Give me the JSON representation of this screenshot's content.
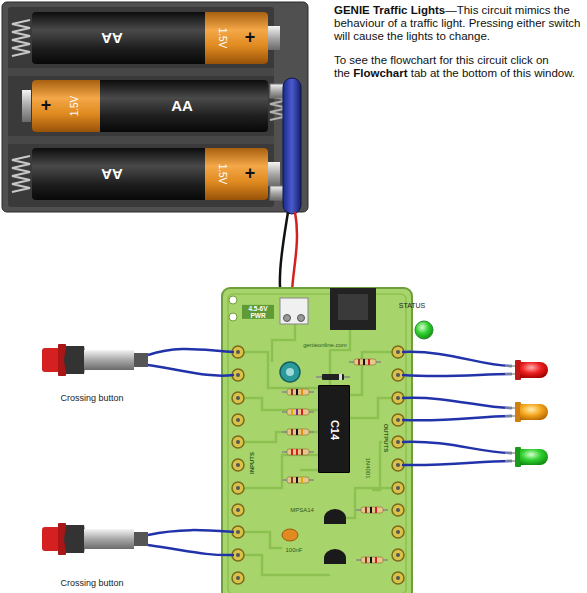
{
  "diagram": {
    "title": "GENIE Traffic Lights",
    "nodes": [
      {
        "text": [
          "AA",
          "1.5V",
          "+"
        ]
      },
      {
        "text": [
          "+",
          "1.5V",
          "AA"
        ]
      },
      {
        "text": [
          "AA",
          "1.5V",
          "+"
        ]
      },
      {
        "text": [
          "4.5-6V PWR",
          "genieonline.com",
          "INPUTS",
          "OUTPUTS",
          "1N4001",
          "MPSA14",
          "100nF"
        ]
      },
      {
        "text": [
          "C14"
        ],
        "in": 3
      }
    ],
    "labels": [
      "—This circuit mimics the behaviour of a traffic light. Pressing either switch will cause the lights to change.",
      "To see the flowchart for this circuit click on the",
      "Flowchart",
      "tab at the bottom of this window.",
      "STATUS",
      "Crossing button",
      "Crossing button"
    ]
  }
}
